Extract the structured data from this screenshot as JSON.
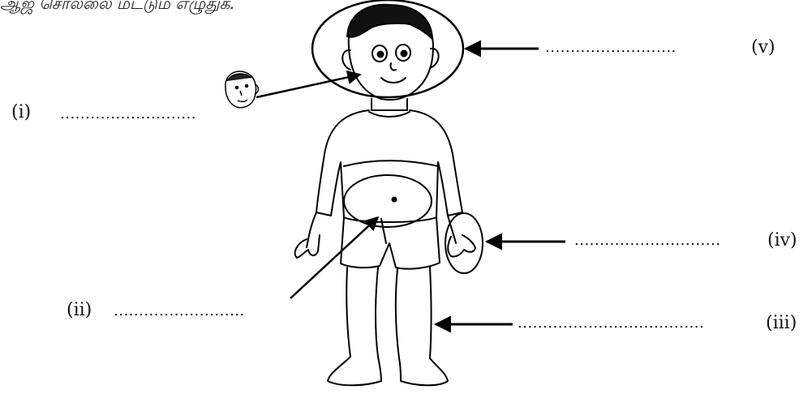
{
  "header": {
    "instruction_text": "ஆஜ் சொல்லை மட்டும் எழுதுக."
  },
  "labels": {
    "i": "(i)",
    "ii": "(ii)",
    "iii": "(iii)",
    "iv": "(iv)",
    "v": "(v)"
  },
  "blanks": {
    "i": "...........................",
    "ii": "..........................",
    "iii": ".....................................",
    "iv": ".............................",
    "v": ".........................."
  }
}
